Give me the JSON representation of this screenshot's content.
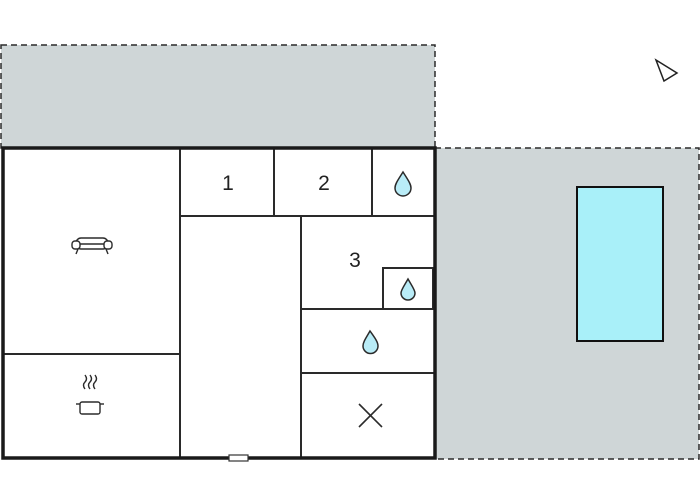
{
  "colors": {
    "terrace": "#cfd6d7",
    "pool": "#a9f0f9",
    "pool_border": "#111111",
    "walls": "#1a1a1a",
    "inner_walls": "#2a2a2a",
    "icon": "#2b2b2b",
    "water_drop": "#b9ecf7"
  },
  "rooms": {
    "bedroom_1": {
      "label": "1"
    },
    "bedroom_2": {
      "label": "2"
    },
    "bedroom_3": {
      "label": "3"
    }
  },
  "icons": {
    "north": "north-arrow-icon",
    "sofa": "sofa-icon",
    "cooking": "cooking-pot-icon",
    "bathroom": "water-drop-icon",
    "utility": "cross-icon"
  }
}
